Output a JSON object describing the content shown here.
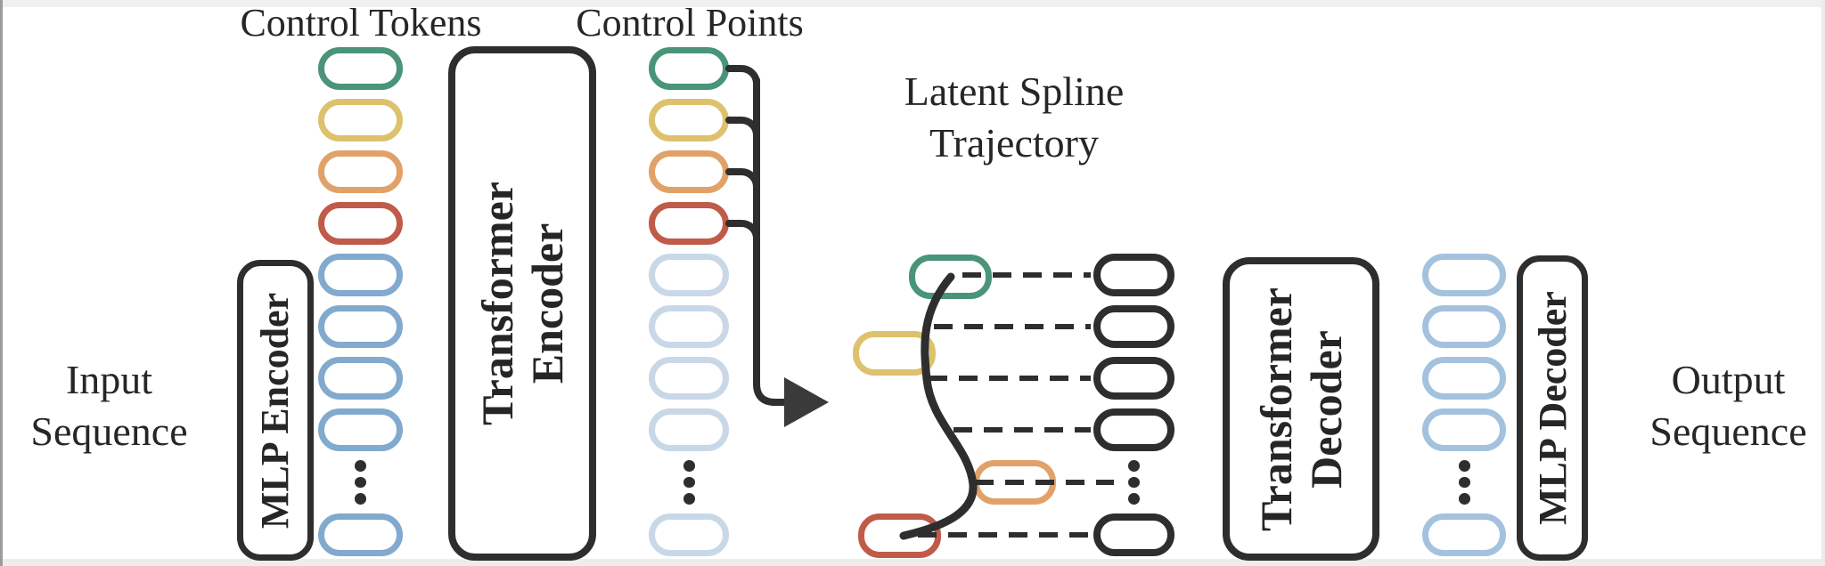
{
  "figure": {
    "type": "model-architecture-diagram",
    "description": "Encoder-decoder architecture with latent spline trajectory bottleneck"
  },
  "labels": {
    "control_tokens": "Control Tokens",
    "control_points": "Control Points",
    "latent_line1": "Latent Spline",
    "latent_line2": "Trajectory",
    "input_line1": "Input",
    "input_line2": "Sequence",
    "output_line1": "Output",
    "output_line2": "Sequence"
  },
  "blocks": {
    "mlp_encoder": "MLP Encoder",
    "transformer_encoder_line1": "Transformer",
    "transformer_encoder_line2": "Encoder",
    "transformer_decoder_line1": "Transformer",
    "transformer_decoder_line2": "Decoder",
    "mlp_decoder": "MLP Decoder"
  },
  "colors": {
    "green": "#4a9478",
    "yellow": "#ddc16c",
    "orange": "#e0a269",
    "red": "#c05b49",
    "blue": "#82a9ce",
    "fadedblue": "#c9d8e7",
    "paleblue": "#a4c2de",
    "dark": "#2e2e2e"
  },
  "columns": {
    "control_tokens": [
      "green",
      "yellow",
      "orange",
      "red",
      "blue",
      "blue",
      "blue",
      "blue",
      "ellipsis",
      "blue"
    ],
    "control_points": [
      "green",
      "yellow",
      "orange",
      "red",
      "fadedblue",
      "fadedblue",
      "fadedblue",
      "fadedblue",
      "ellipsis",
      "fadedblue"
    ],
    "latent_targets": [
      "dark",
      "dark",
      "dark",
      "dark",
      "ellipsis",
      "dark"
    ],
    "decoder_inputs": [
      "paleblue",
      "paleblue",
      "paleblue",
      "paleblue",
      "ellipsis",
      "paleblue"
    ]
  },
  "latent": {
    "pills": [
      "green",
      "yellow",
      "orange",
      "red"
    ],
    "connector": "spline-curve-with-dashed-projections",
    "bracket": "gathers four control points into arrow"
  }
}
